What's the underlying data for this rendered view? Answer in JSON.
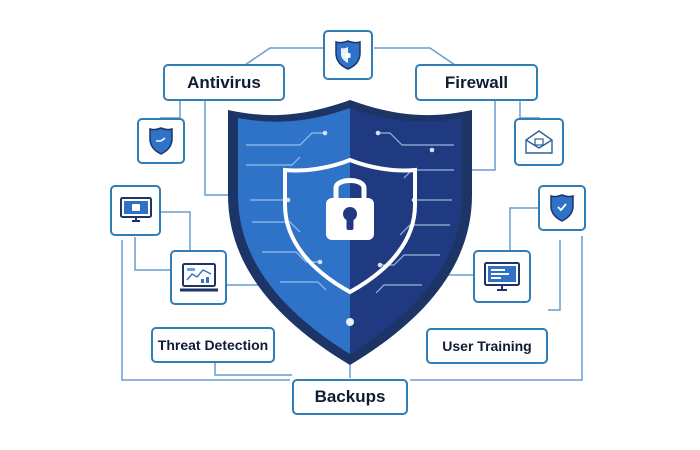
{
  "diagram": {
    "labels": {
      "antivirus": "Antivirus",
      "firewall": "Firewall",
      "threat_detection": "Threat Detection",
      "user_training": "User Training",
      "backups": "Backups"
    },
    "icons": [
      "shield-icon",
      "monitor-icon",
      "laptop-dashboard-icon",
      "envelope-icon",
      "monitor-chart-icon",
      "padlock-icon"
    ],
    "colors": {
      "line": "#5b8fc4",
      "box_border": "#2f7fb6",
      "shield_dark": "#1f3a75",
      "shield_light": "#2f73c8",
      "text": "#0f1d33"
    }
  }
}
